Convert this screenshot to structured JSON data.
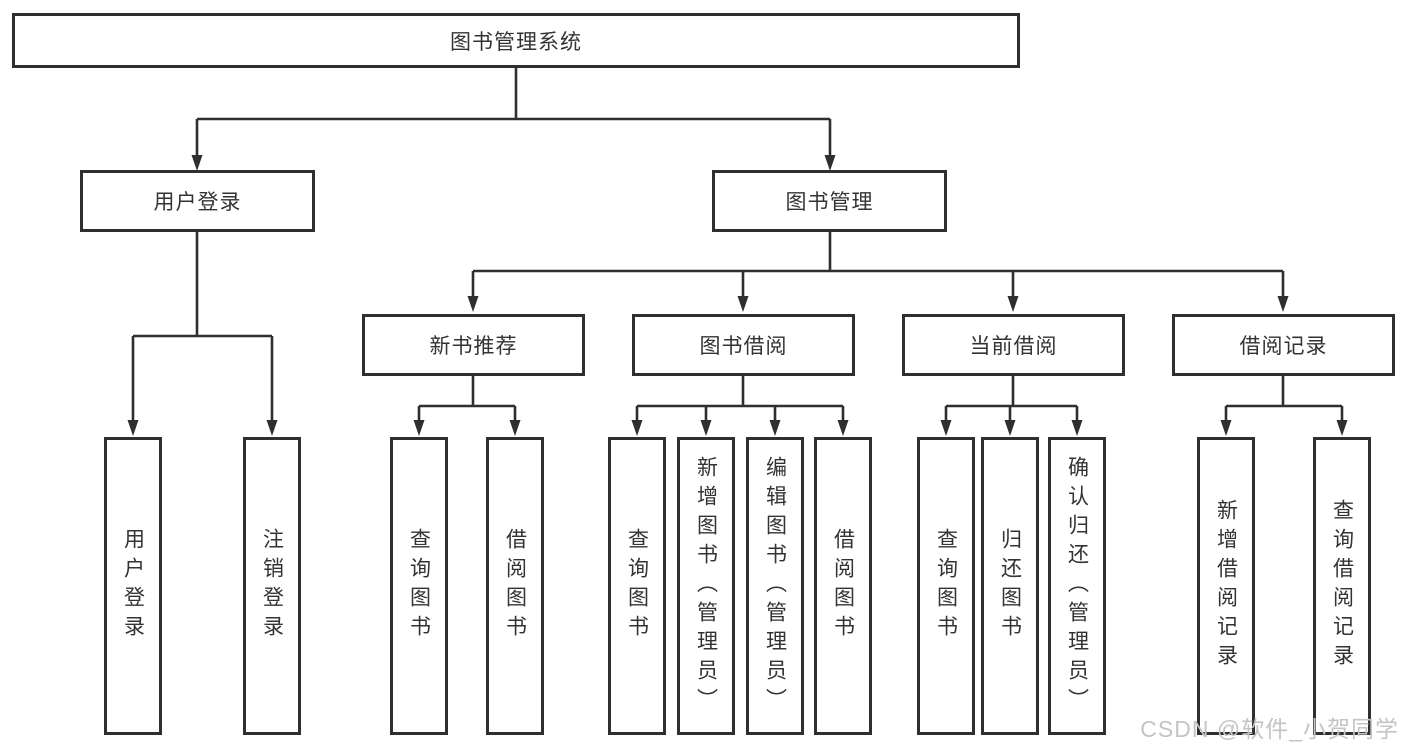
{
  "diagram": {
    "root": "图书管理系统",
    "level2": {
      "user_login": "用户登录",
      "book_mgmt": "图书管理"
    },
    "level3": {
      "new_book": "新书推荐",
      "book_borrow": "图书借阅",
      "current_borrow": "当前借阅",
      "borrow_record": "借阅记录"
    },
    "leaves": {
      "user_login": [
        "用户登录",
        "注销登录"
      ],
      "new_book": [
        "查询图书",
        "借阅图书"
      ],
      "book_borrow": [
        "查询图书",
        "新增图书（管理员）",
        "编辑图书（管理员）",
        "借阅图书"
      ],
      "current_borrow": [
        "查询图书",
        "归还图书",
        "确认归还（管理员）"
      ],
      "borrow_record": [
        "新增借阅记录",
        "查询借阅记录"
      ]
    }
  },
  "watermark": "CSDN @软件_小贺同学",
  "colors": {
    "line": "#2f2f2f",
    "border": "#2f2f2f",
    "text": "#333333",
    "background": "#ffffff",
    "watermark": "#c4c4c4"
  }
}
